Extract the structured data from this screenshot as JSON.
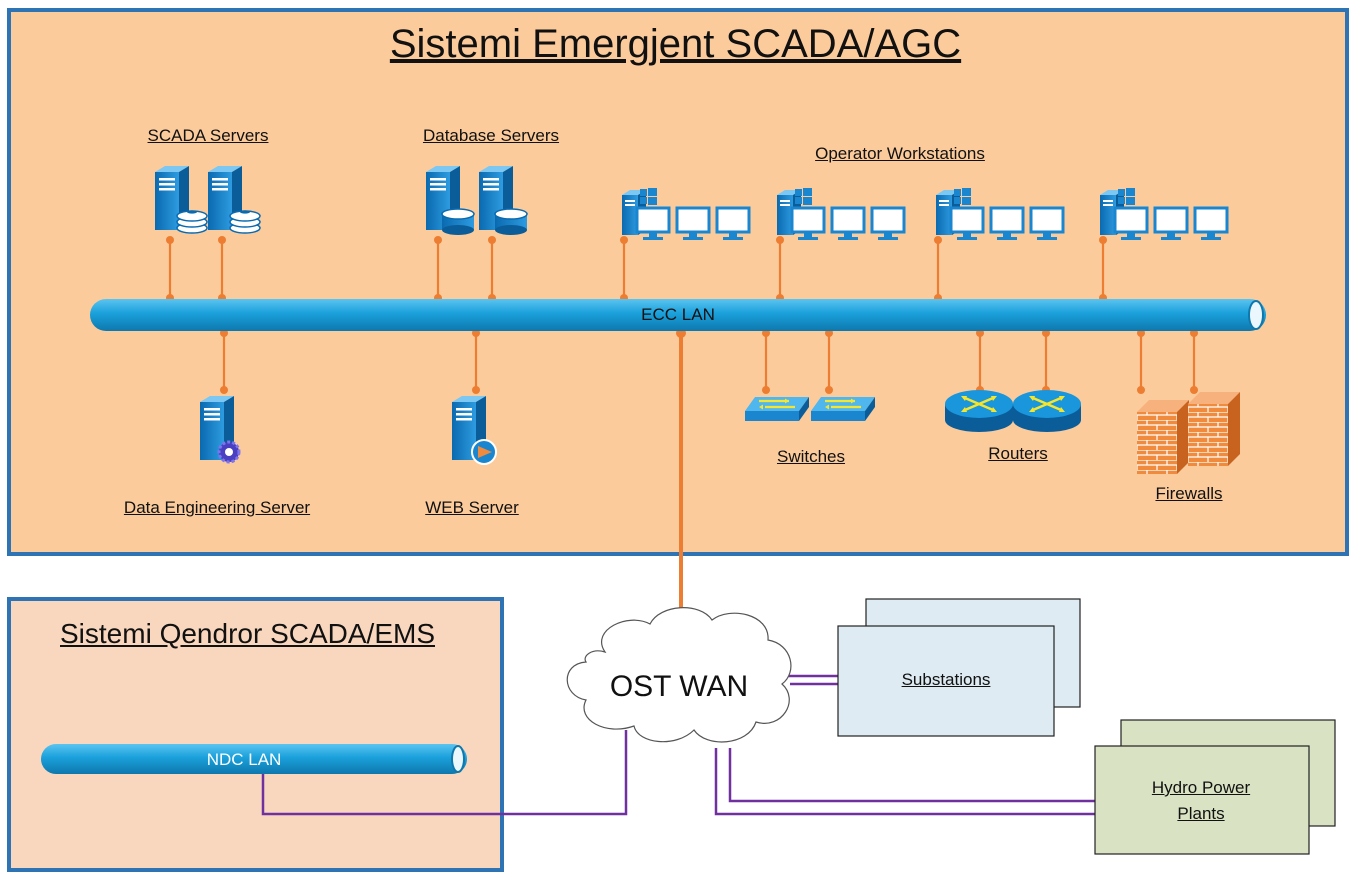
{
  "diagram": {
    "title_agc": "Sistemi Emergjent SCADA/AGC",
    "title_ems": "Sistemi Qendror SCADA/EMS",
    "groups": {
      "scada_servers": "SCADA Servers",
      "database_servers": "Database Servers",
      "operator_workstations": "Operator Workstations",
      "data_engineering_server": "Data Engineering Server",
      "web_server": "WEB Server",
      "switches": "Switches",
      "routers": "Routers",
      "firewalls": "Firewalls"
    },
    "networks": {
      "ecc_lan": "ECC LAN",
      "ndc_lan": "NDC LAN",
      "ost_wan": "OST WAN"
    },
    "sites": {
      "substations": "Substations",
      "hydro_line1": "Hydro Power",
      "hydro_line2": "Plants"
    },
    "colors": {
      "panel_agc": "#FBCB9C",
      "panel_ems": "#F8D7BE",
      "panel_border": "#2E74B5",
      "lan_bus": "#1AA0DB",
      "link_orange": "#ED7D31",
      "link_purple": "#7030A0",
      "substation_fill": "#DEEBF2",
      "hydro_fill": "#D9E3C3"
    }
  }
}
